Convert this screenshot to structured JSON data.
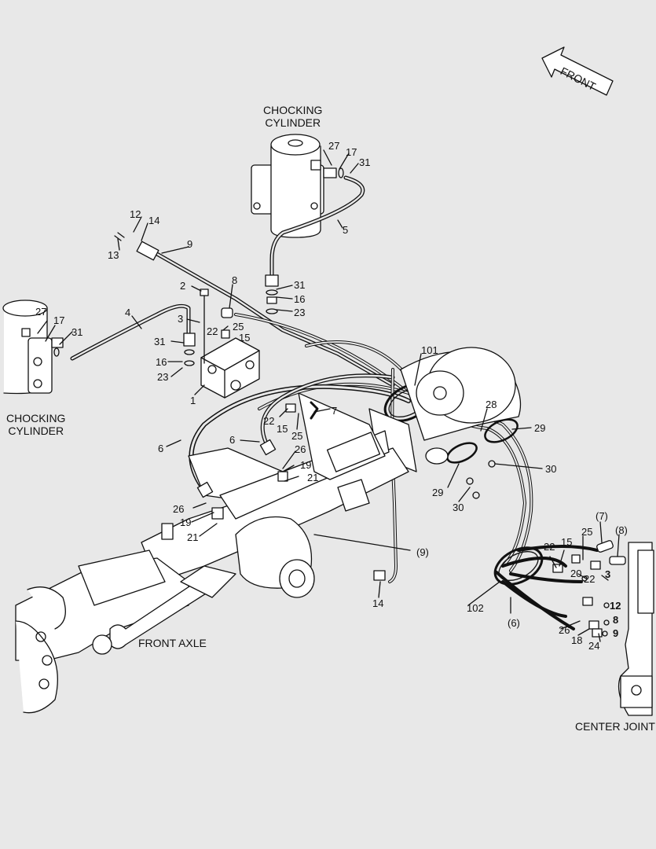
{
  "titles": {
    "chock_top_1": "CHOCKING",
    "chock_top_2": "CYLINDER",
    "chock_left_1": "CHOCKING",
    "chock_left_2": "CYLINDER",
    "front_axle": "FRONT AXLE",
    "center_joint": "CENTER JOINT",
    "front_arrow": "FRONT"
  },
  "callouts": [
    {
      "id": "c27a",
      "text": "27"
    },
    {
      "id": "c17a",
      "text": "17"
    },
    {
      "id": "c31a",
      "text": "31"
    },
    {
      "id": "c5",
      "text": "5"
    },
    {
      "id": "c12a",
      "text": "12"
    },
    {
      "id": "c14a",
      "text": "14"
    },
    {
      "id": "c13",
      "text": "13"
    },
    {
      "id": "c9",
      "text": "9"
    },
    {
      "id": "c31b",
      "text": "31"
    },
    {
      "id": "c16a",
      "text": "16"
    },
    {
      "id": "c23a",
      "text": "23"
    },
    {
      "id": "c2",
      "text": "2"
    },
    {
      "id": "c8",
      "text": "8"
    },
    {
      "id": "c3a",
      "text": "3"
    },
    {
      "id": "c25a",
      "text": "25"
    },
    {
      "id": "c22a",
      "text": "22"
    },
    {
      "id": "c15a",
      "text": "15"
    },
    {
      "id": "c4",
      "text": "4"
    },
    {
      "id": "c27b",
      "text": "27"
    },
    {
      "id": "c17b",
      "text": "17"
    },
    {
      "id": "c31c",
      "text": "31"
    },
    {
      "id": "c31d",
      "text": "31"
    },
    {
      "id": "c16b",
      "text": "16"
    },
    {
      "id": "c23b",
      "text": "23"
    },
    {
      "id": "c1",
      "text": "1"
    },
    {
      "id": "c7",
      "text": "7"
    },
    {
      "id": "c22b",
      "text": "22"
    },
    {
      "id": "c15b",
      "text": "15"
    },
    {
      "id": "c25b",
      "text": "25"
    },
    {
      "id": "c101",
      "text": "101"
    },
    {
      "id": "c28",
      "text": "28"
    },
    {
      "id": "c29a",
      "text": "29"
    },
    {
      "id": "c30a",
      "text": "30"
    },
    {
      "id": "c29b",
      "text": "29"
    },
    {
      "id": "c30b",
      "text": "30"
    },
    {
      "id": "c6a",
      "text": "6"
    },
    {
      "id": "c6b",
      "text": "6"
    },
    {
      "id": "c26a",
      "text": "26"
    },
    {
      "id": "c19a",
      "text": "19"
    },
    {
      "id": "c21a",
      "text": "21"
    },
    {
      "id": "c26b",
      "text": "26"
    },
    {
      "id": "c19b",
      "text": "19"
    },
    {
      "id": "c21b",
      "text": "21"
    },
    {
      "id": "c9p",
      "text": "(9)"
    },
    {
      "id": "c14b",
      "text": "14"
    },
    {
      "id": "c7p",
      "text": "(7)"
    },
    {
      "id": "c8p",
      "text": "(8)"
    },
    {
      "id": "c25c",
      "text": "25"
    },
    {
      "id": "c15c",
      "text": "15"
    },
    {
      "id": "c22c",
      "text": "22"
    },
    {
      "id": "c20",
      "text": "20"
    },
    {
      "id": "c22d",
      "text": "22"
    },
    {
      "id": "c3b",
      "text": "3"
    },
    {
      "id": "c12b",
      "text": "12"
    },
    {
      "id": "c8b",
      "text": "8"
    },
    {
      "id": "c9b",
      "text": "9"
    },
    {
      "id": "c102",
      "text": "102"
    },
    {
      "id": "c6p",
      "text": "(6)"
    },
    {
      "id": "c26c",
      "text": "26"
    },
    {
      "id": "c18",
      "text": "18"
    },
    {
      "id": "c24",
      "text": "24"
    }
  ]
}
